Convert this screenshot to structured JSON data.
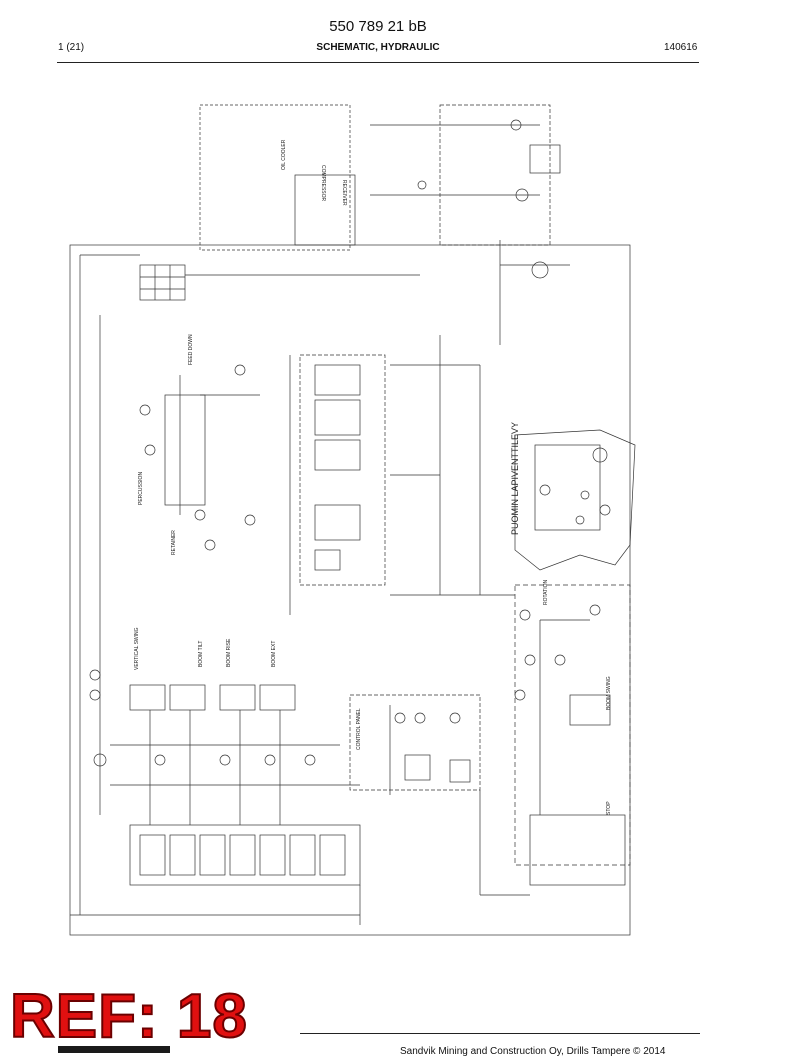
{
  "header": {
    "doc_number": "550 789 21 bB",
    "page": "1 (21)",
    "title": "SCHEMATIC, HYDRAULIC",
    "date": "140616"
  },
  "schematic_labels": {
    "oil_cooler": "OIL COOLER",
    "compressor": "COMPRESSOR",
    "receiver": "RECEIVER",
    "feed_down": "FEED DOWN",
    "percussion": "PERCUSSION",
    "retainer": "RETAINER",
    "control_panel": "CONTROL PANEL",
    "rotation": "ROTATION",
    "boom_swing": "BOOM SWING",
    "vertical_swing": "VERTICAL SWING",
    "boom_tilt": "BOOM TILT",
    "boom_rise": "BOOM RISE",
    "boom_ext": "BOOM EXT",
    "stop": "STOP",
    "pump_plate": "PUOMIN LAPIVENTTILEVY"
  },
  "ref_mark": "REF: 18",
  "footer": {
    "company": "Sandvik Mining and Construction Oy, Drills Tampere © 2014"
  }
}
